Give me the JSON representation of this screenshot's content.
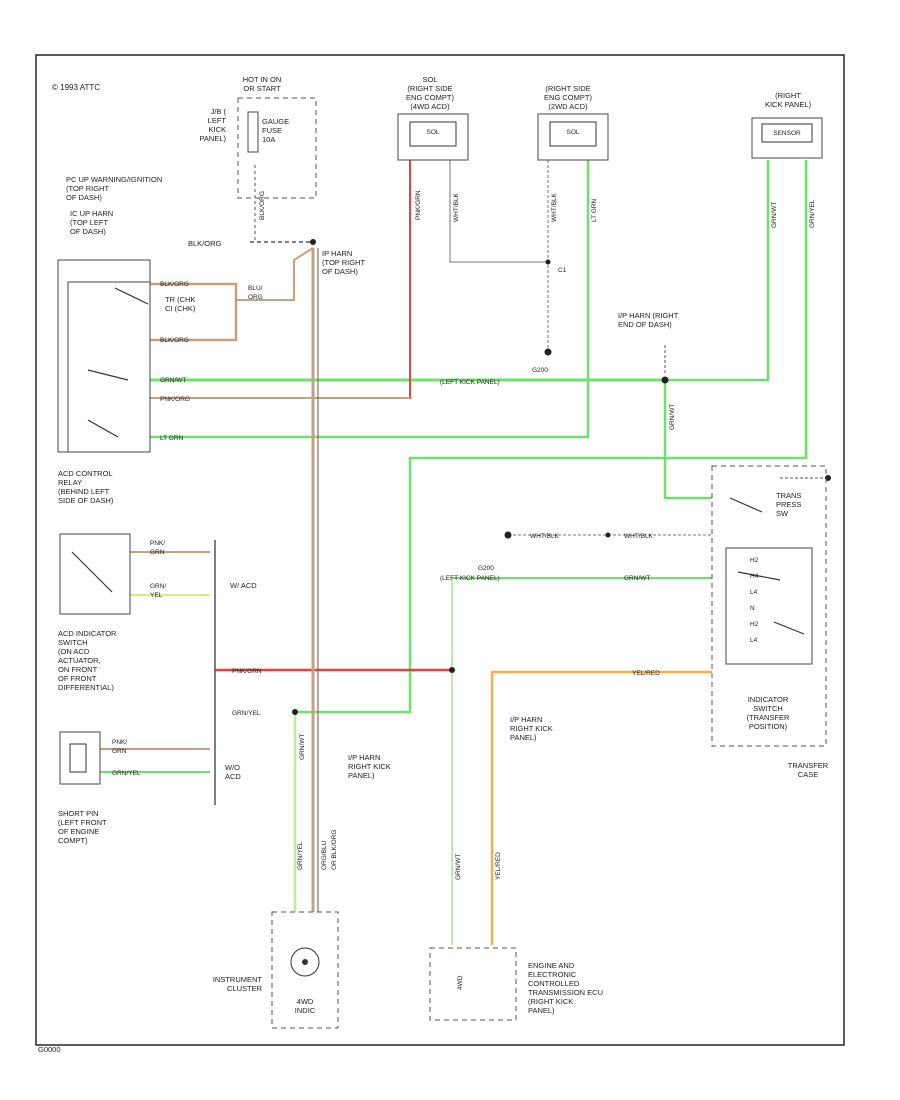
{
  "copyright": "© 1993 ATTC",
  "figure_id": "G0000",
  "colors": {
    "green": "#6ee06e",
    "light_green": "#b8f0a0",
    "red": "#e8403a",
    "tan": "#c7a080",
    "orange": "#f7ae48",
    "black": "#555555"
  },
  "labels": {
    "hot_in_on": [
      "HOT IN ON",
      "OR START"
    ],
    "junction_block": [
      "J/B (",
      "LEFT",
      "KICK",
      "PANEL)"
    ],
    "gauge_fuse": [
      "GAUGE",
      "FUSE",
      "10A"
    ],
    "pc_warning_relay": [
      "PC UP WARNING/IGNITION",
      "(TOP RIGHT",
      "OF DASH)"
    ],
    "ic_up_harn": [
      "IC UP HARN",
      "(TOP LEFT",
      "OF DASH)"
    ],
    "blk_org_left": "BLK/ORG",
    "ip_harn_top_right": [
      "IP HARN",
      "(TOP RIGHT",
      "OF DASH)"
    ],
    "acd_control_relay": [
      "ACD CONTROL",
      "RELAY",
      "(BEHIND LEFT",
      "SIDE OF DASH)"
    ],
    "relay_inner": [
      "TR (CHK",
      "CI (CHK)"
    ],
    "sol_right": [
      "SOL",
      "(RIGHT SIDE",
      "ENG COMPT)",
      "(4WD ACD)"
    ],
    "sol_2wd": [
      "(RIGHT SIDE",
      "ENG COMPT)",
      "(2WD ACD)"
    ],
    "sol_box": "SOL",
    "sol_2_box": "SOL",
    "right_kick": [
      "(RIGHT",
      "KICK PANEL)"
    ],
    "sensor_box": "SENSOR",
    "ip_harn_right_end": [
      "I/P HARN (RIGHT",
      "END OF DASH)"
    ],
    "g200": "G200",
    "left_kick_panel": "(LEFT KICK PANEL)",
    "g200b": "G200",
    "left_kick_panel_b": "(LEFT KICK PANEL)",
    "c1": "C1",
    "wire_blk_org_1": "BLK/ORG",
    "wire_blk_org_2": "BLK/ORG",
    "wire_blu_org": [
      "BLU/",
      "ORG"
    ],
    "wire_grn_wt": "GRN/WT",
    "wire_pnk_org": "PNK/ORG",
    "wire_lt_grn": "LT GRN",
    "wire_pnk": [
      "PNK/",
      "GRN"
    ],
    "wire_grn_yel": [
      "GRN/",
      "YEL"
    ],
    "wire_pnk_grn_h": "PNK/GRN",
    "wire_grn_yel_h": "GRN/YEL",
    "wire_pnk_b": [
      "PNK/",
      "GRN"
    ],
    "wire_grn_yel_b": "GRN/YEL",
    "wire_yel_red": "YEL/RED",
    "wire_grn_wt_r": "GRN/WT",
    "wht_blk_1": "WHT/BLK",
    "wht_blk_2": "WHT/BLK",
    "acd_indicator_switch": [
      "ACD INDICATOR",
      "SWITCH",
      "(ON ACD",
      "ACTUATOR,",
      "ON FRONT",
      "OF FRONT",
      "DIFFERENTIAL)"
    ],
    "short_pin": [
      "SHORT PIN",
      "(LEFT FRONT",
      "OF ENGINE",
      "COMPT)"
    ],
    "w_acd": "W/ ACD",
    "wo_acd": [
      "W/O",
      "ACD"
    ],
    "ip_harn_rk1": [
      "I/P HARN",
      "RIGHT KICK",
      "PANEL)"
    ],
    "ip_harn_rk2": [
      "I/P HARN",
      "RIGHT KICK",
      "PANEL)"
    ],
    "transfer_press_sw": [
      "TRANS",
      "PRESS",
      "SW"
    ],
    "ind_positions": [
      "H2",
      "H4",
      "L4",
      "N",
      "H2",
      "L4"
    ],
    "indicator_switch": [
      "INDICATOR",
      "SWITCH",
      "(TRANSFER",
      "POSITION)"
    ],
    "transfer_case": [
      "TRANSFER",
      "CASE"
    ],
    "instrument_cluster": [
      "INSTRUMENT",
      "CLUSTER"
    ],
    "4wd_indic": [
      "4WD",
      "INDIC"
    ],
    "ecu_label": [
      "ENGINE AND",
      "ELECTRONIC",
      "CONTROLLED",
      "TRANSMISSION ECU",
      "(RIGHT KICK",
      "PANEL)"
    ],
    "ecu_pin": "4WD",
    "vertical_labels": {
      "v_red": "PNK/GRN",
      "v_wht": "WHT/BLK",
      "v_wht2": "WHT/BLK",
      "v_ltgrn": "LT GRN",
      "v_grn1": "GRN/WT",
      "v_grn2": "GRN/YEL",
      "v_grn3": "GRN/WT",
      "v_blkorg": "BLK/ORG",
      "v_orn_yel": "YEL/RED",
      "v_grnwt_low": "GRN/WT",
      "v_ic1": "GRN/YEL",
      "v_ic2": "ORG/BLU",
      "v_ic3": "OR BLK/ORG",
      "v_grn_ecu": "GRN/WT"
    }
  }
}
